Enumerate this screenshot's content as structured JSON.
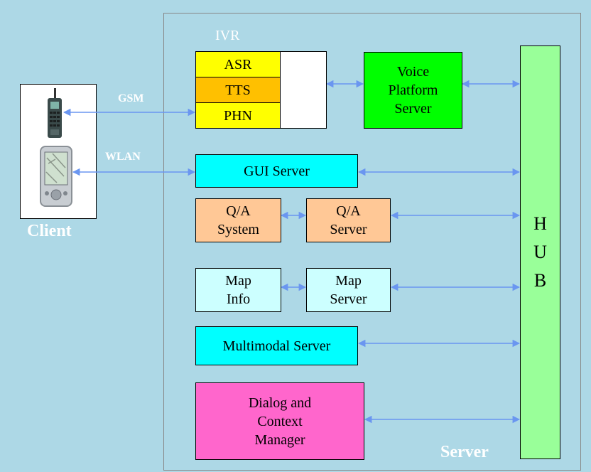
{
  "diagram": {
    "ivr_label": "IVR",
    "ivr_modules": [
      "ASR",
      "TTS",
      "PHN"
    ],
    "voice_platform_server": "Voice\nPlatform\nServer",
    "gui_server": "GUI Server",
    "qa_system": "Q/A\nSystem",
    "qa_server": "Q/A\nServer",
    "map_info": "Map\nInfo",
    "map_server": "Map\nServer",
    "multimodal_server": "Multimodal Server",
    "dialog_manager": "Dialog and\nContext\nManager",
    "hub": "H\nU\nB",
    "gsm_label": "GSM",
    "wlan_label": "WLAN",
    "client_label": "Client",
    "server_label": "Server",
    "colors": {
      "background": "#add8e6",
      "module_yellow": "#ffff00",
      "module_orange": "#ffc000",
      "voice_platform": "#00ff00",
      "cyan": "#00ffff",
      "peach": "#ffc896",
      "light_cyan": "#ccffff",
      "magenta": "#ff66cc",
      "hub_green": "#99ff99",
      "arrow": "#6a96f0"
    },
    "icons": [
      "mobile-phone-icon",
      "pda-icon"
    ]
  }
}
